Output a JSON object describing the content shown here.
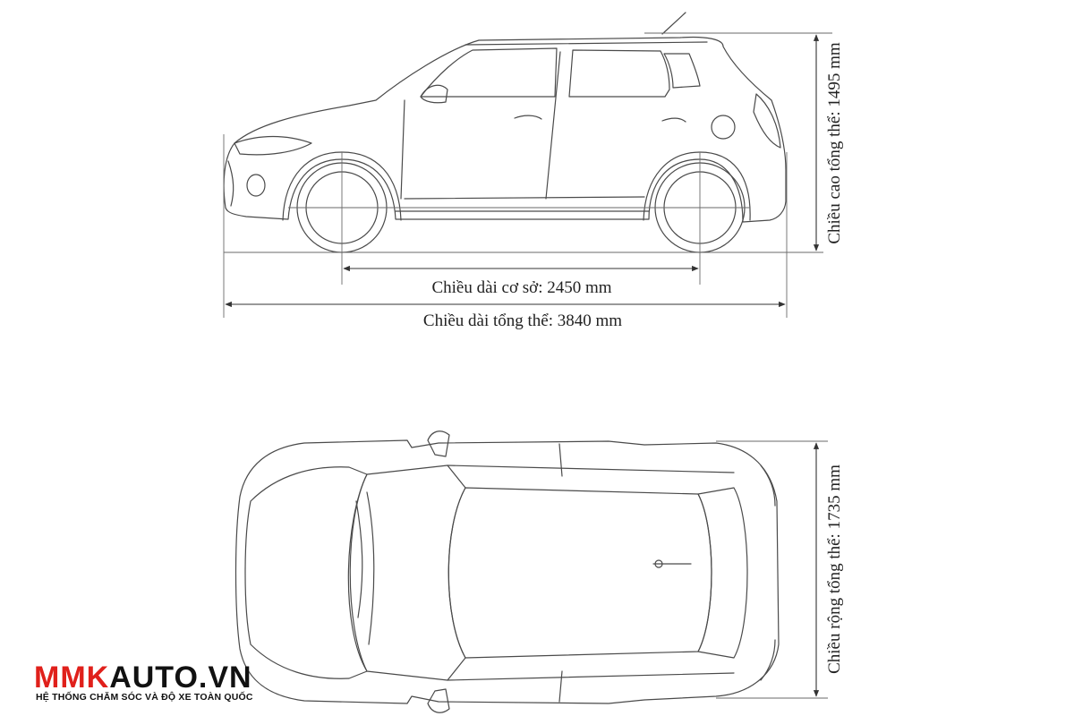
{
  "labels": {
    "wheelbase": "Chiều dài cơ sở: 2450 mm",
    "overall_length": "Chiều dài tổng thể: 3840 mm",
    "overall_height": "Chiều cao tổng thể: 1495 mm",
    "overall_width": "Chiều rộng tổng thể: 1735 mm"
  },
  "logo": {
    "prefix": "MMK",
    "suffix": "AUTO.VN",
    "tagline": "HỆ THỐNG CHĂM SÓC VÀ ĐỘ XE TOÀN QUỐC",
    "color_red": "#e0201b",
    "color_black": "#111111"
  }
}
